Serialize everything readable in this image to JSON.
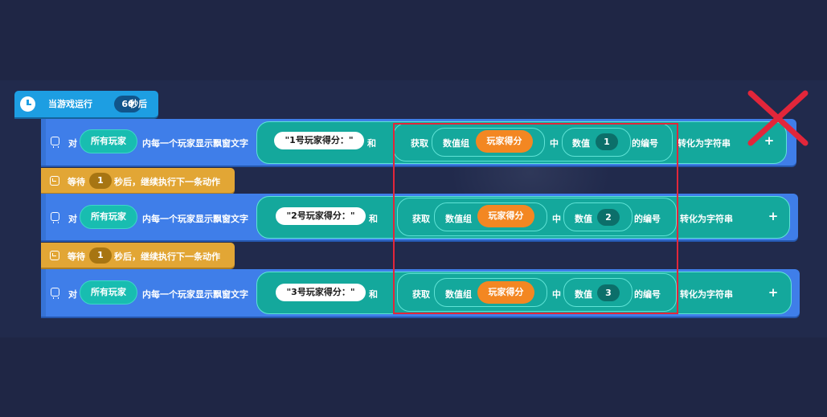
{
  "hat_block": {
    "prefix": "当游戏运行",
    "seconds": "60",
    "suffix": "秒后",
    "icon": "clock-icon"
  },
  "show_rows": [
    {
      "label_to": "对",
      "target": "所有玩家",
      "action": "内每一个玩家显示飘窗文字",
      "string_value": "\"1号玩家得分：\"",
      "join_label": "和",
      "get_label": "获取",
      "array_label": "数值组",
      "array_name": "玩家得分",
      "in_label": "中",
      "value_label": "数值",
      "value": "1",
      "index_label": "的编号",
      "convert_label": "转化为字符串",
      "add_icon": "+"
    },
    {
      "label_to": "对",
      "target": "所有玩家",
      "action": "内每一个玩家显示飘窗文字",
      "string_value": "\"2号玩家得分：\"",
      "join_label": "和",
      "get_label": "获取",
      "array_label": "数值组",
      "array_name": "玩家得分",
      "in_label": "中",
      "value_label": "数值",
      "value": "2",
      "index_label": "的编号",
      "convert_label": "转化为字符串",
      "add_icon": "+"
    },
    {
      "label_to": "对",
      "target": "所有玩家",
      "action": "内每一个玩家显示飘窗文字",
      "string_value": "\"3号玩家得分：\"",
      "join_label": "和",
      "get_label": "获取",
      "array_label": "数值组",
      "array_name": "玩家得分",
      "in_label": "中",
      "value_label": "数值",
      "value": "3",
      "index_label": "的编号",
      "convert_label": "转化为字符串",
      "add_icon": "+"
    }
  ],
  "wait_blocks": [
    {
      "prefix": "等待",
      "seconds": "1",
      "suffix": "秒后，继续执行下一条动作"
    },
    {
      "prefix": "等待",
      "seconds": "1",
      "suffix": "秒后，继续执行下一条动作"
    }
  ],
  "annotations": {
    "box_color": "#e2263a",
    "cross_color": "#e2263a"
  },
  "colors": {
    "background": "#1f2645",
    "event_blue": "#1d9ee2",
    "command_blue": "#3f7ee9",
    "wait_yellow": "#e2a635",
    "teal": "#18bdb0",
    "orange": "#f38722"
  }
}
